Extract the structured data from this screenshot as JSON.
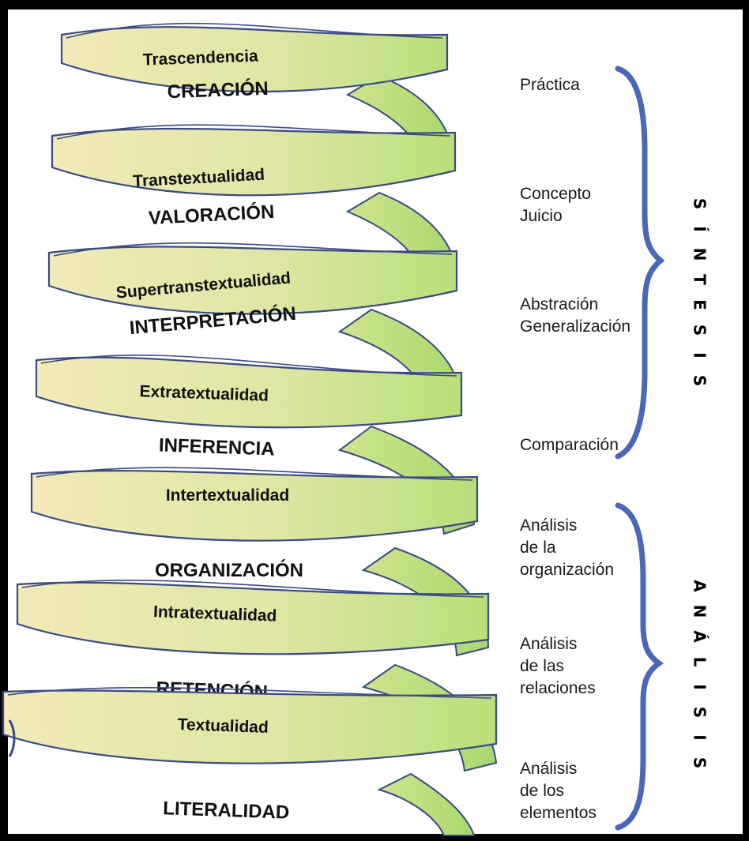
{
  "levels": [
    {
      "top_label": "Trascendencia",
      "bottom_label": "CREACIÓN"
    },
    {
      "top_label": "Transtextualidad",
      "bottom_label": "VALORACIÓN"
    },
    {
      "top_label": "Supertranstextualidad",
      "bottom_label": "INTERPRETACIÓN"
    },
    {
      "top_label": "Extratextualidad",
      "bottom_label": "INFERENCIA"
    },
    {
      "top_label": "Intertextualidad",
      "bottom_label": "ORGANIZACIÓN"
    },
    {
      "top_label": "Intratextualidad",
      "bottom_label": "RETENCIÓN"
    },
    {
      "top_label": "Textualidad",
      "bottom_label": "LITERALIDAD"
    }
  ],
  "synthesis_processes": [
    {
      "lines": [
        "Práctica"
      ]
    },
    {
      "lines": [
        "Concepto",
        "Juicio"
      ]
    },
    {
      "lines": [
        "Abstración",
        "Generalización"
      ]
    },
    {
      "lines": [
        "Comparación"
      ]
    }
  ],
  "analysis_processes": [
    {
      "lines": [
        "Análisis",
        "de la",
        "organización"
      ]
    },
    {
      "lines": [
        "Análisis",
        "de las",
        "relaciones"
      ]
    },
    {
      "lines": [
        "Análisis",
        "de los",
        "elementos"
      ]
    }
  ],
  "synthesis_title_letters": [
    "S",
    "Í",
    "N",
    "T",
    "E",
    "S",
    "I",
    "S"
  ],
  "analysis_title_letters": [
    "A",
    "N",
    "Á",
    "L",
    "I",
    "S",
    "I",
    "S"
  ],
  "colors": {
    "ribbon_light": "#f2eab8",
    "ribbon_dark": "#b8e07a",
    "ribbon_outline": "#3a4a86",
    "brace": "#4a68b8",
    "frame": "#000000",
    "background": "#ffffff"
  }
}
